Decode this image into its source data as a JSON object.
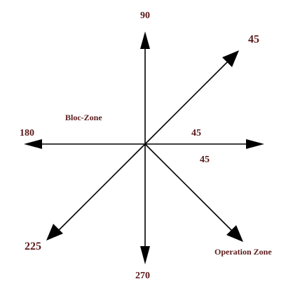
{
  "diagram": {
    "labels": {
      "top": "90",
      "upper_right": "45",
      "left": "180",
      "right_above": "45",
      "right_below": "45",
      "lower_left": "225",
      "bottom": "270",
      "bloc_zone": "Bloc-Zone",
      "operation_zone": "Operation Zone"
    },
    "colors": {
      "line": "#000000",
      "label": "#5a1a1a",
      "background": "#ffffff"
    }
  }
}
